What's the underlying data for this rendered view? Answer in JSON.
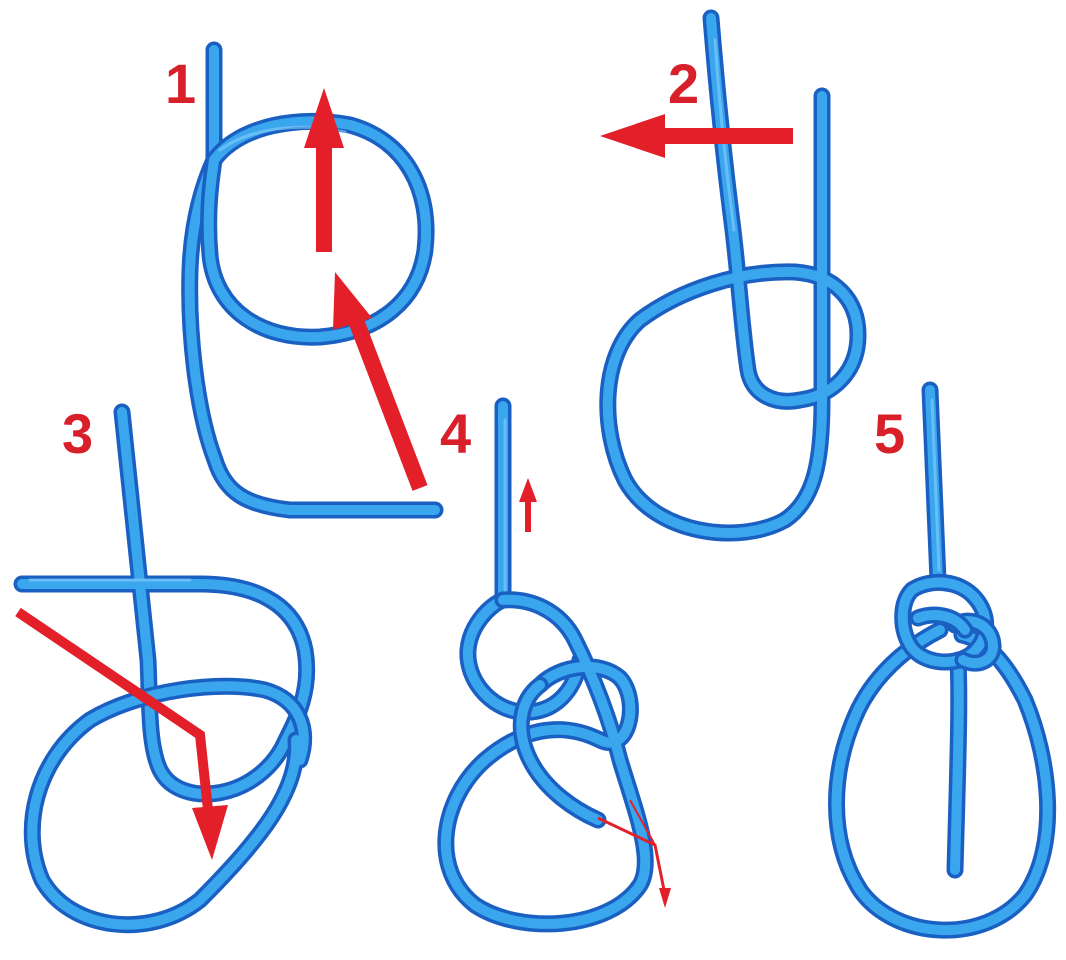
{
  "diagram": {
    "steps": [
      {
        "label": "1"
      },
      {
        "label": "2"
      },
      {
        "label": "3"
      },
      {
        "label": "4"
      },
      {
        "label": "5"
      }
    ]
  },
  "colors": {
    "rope_dark": "#1a5fc2",
    "rope_light": "#39a6ee",
    "arrow": "#e3202a",
    "label": "#d8202a"
  }
}
